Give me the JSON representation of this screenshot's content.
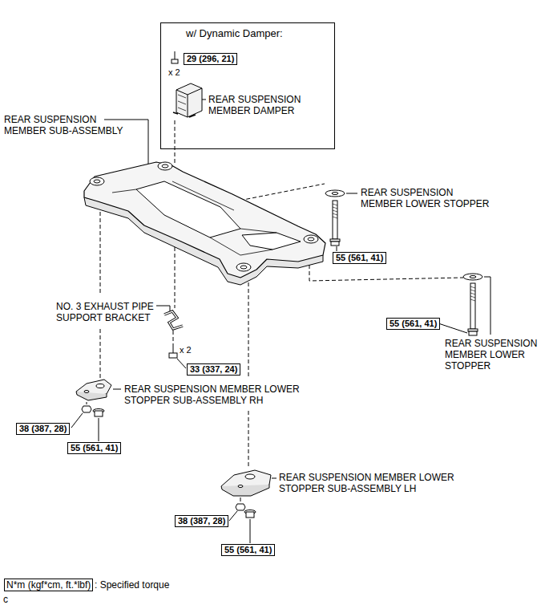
{
  "diagram": {
    "nodes": [
      {
        "text": [
          "w/ Dynamic Damper:"
        ]
      },
      {
        "text": [
          "29 (296, 21)"
        ],
        "in": 0
      },
      {
        "text": [
          "55 (561, 41)"
        ]
      },
      {
        "text": [
          "55 (561, 41)"
        ]
      },
      {
        "text": [
          "33 (337, 24)"
        ]
      },
      {
        "text": [
          "38 (387, 28)"
        ]
      },
      {
        "text": [
          "55 (561, 41)"
        ]
      },
      {
        "text": [
          "38 (387, 28)"
        ]
      },
      {
        "text": [
          "55 (561, 41)"
        ]
      },
      {
        "text": [
          "N*m (kgf*cm, ft.*lbf)"
        ]
      }
    ],
    "labels": [
      "x 2",
      "REAR SUSPENSION MEMBER DAMPER",
      "REAR SUSPENSION MEMBER SUB-ASSEMBLY",
      "REAR SUSPENSION MEMBER LOWER STOPPER",
      "NO. 3 EXHAUST PIPE SUPPORT BRACKET",
      "REAR SUSPENSION MEMBER LOWER STOPPER",
      "x 2",
      "REAR SUSPENSION MEMBER LOWER STOPPER SUB-ASSEMBLY RH",
      "REAR SUSPENSION MEMBER LOWER STOPPER SUB-ASSEMBLY LH",
      ": Specified torque",
      "c"
    ]
  }
}
